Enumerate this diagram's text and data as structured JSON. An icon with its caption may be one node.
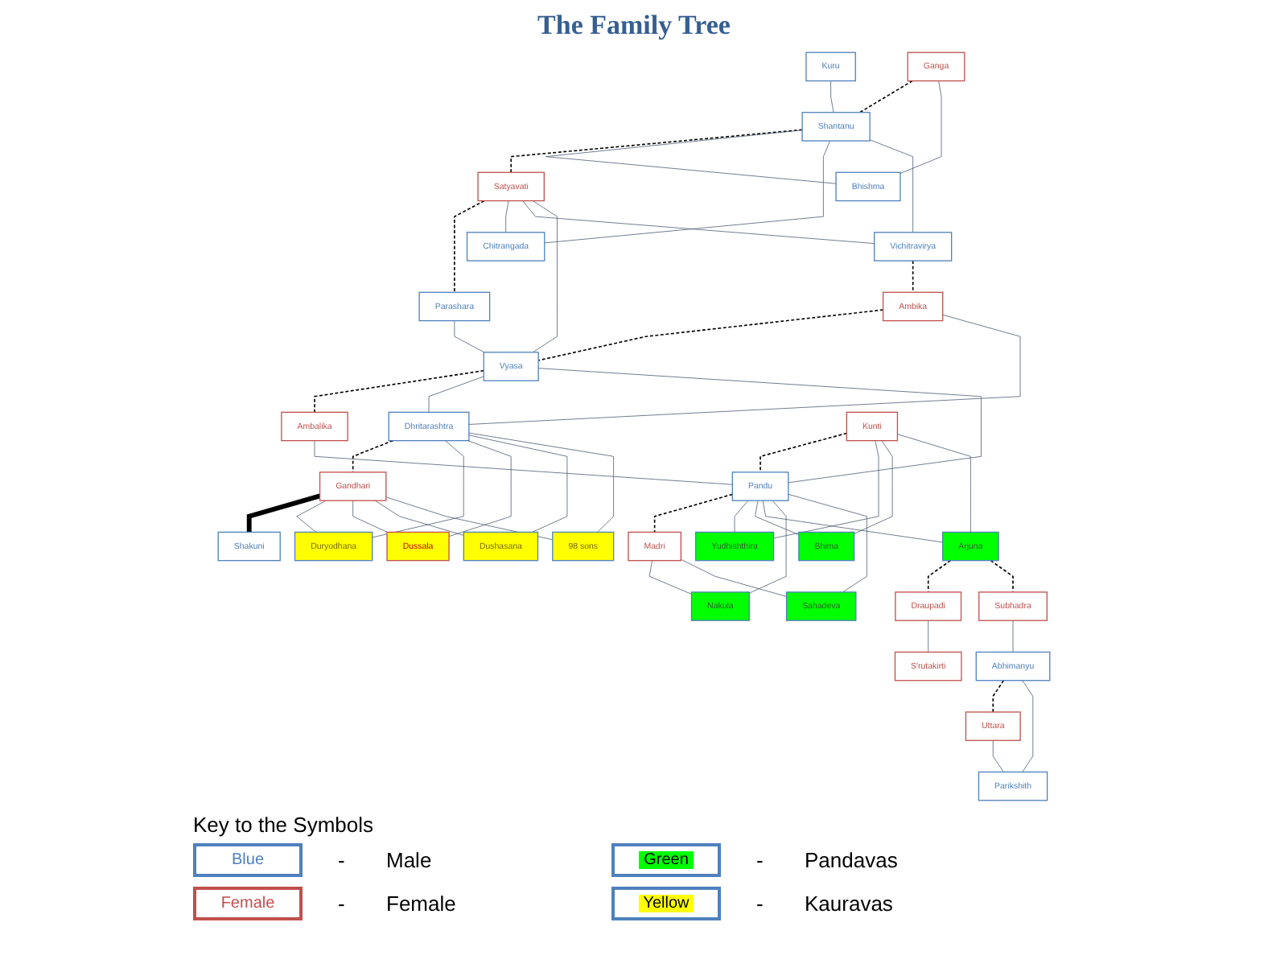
{
  "diagram": {
    "title": "The Family Tree",
    "nodes": [
      {
        "text": [
          "Kuru"
        ]
      },
      {
        "text": [
          "Ganga"
        ]
      },
      {
        "text": [
          "Shantanu"
        ]
      },
      {
        "text": [
          "Satyavati"
        ]
      },
      {
        "text": [
          "Parashara"
        ]
      },
      {
        "text": [
          "Bhishma"
        ]
      },
      {
        "text": [
          "Chitrangada"
        ]
      },
      {
        "text": [
          "Vichitravirya"
        ]
      },
      {
        "text": [
          "Ambika"
        ]
      },
      {
        "text": [
          "Vyasa"
        ]
      },
      {
        "text": [
          "Ambalika"
        ]
      },
      {
        "text": [
          "Dhritarashtra"
        ]
      },
      {
        "text": [
          "Gandhari"
        ]
      },
      {
        "text": [
          "Shakuni"
        ]
      },
      {
        "text": [
          "Kunti"
        ]
      },
      {
        "text": [
          "Pandu"
        ]
      },
      {
        "text": [
          "Madri"
        ]
      },
      {
        "text": [
          "Yudhishthira"
        ]
      },
      {
        "text": [
          "Bhima"
        ]
      },
      {
        "text": [
          "Arjuna"
        ]
      },
      {
        "text": [
          "Nakula"
        ]
      },
      {
        "text": [
          "Sahadeva"
        ]
      },
      {
        "text": [
          "Draupadi"
        ]
      },
      {
        "text": [
          "Subhadra"
        ]
      },
      {
        "text": [
          "Duryodhana"
        ]
      },
      {
        "text": [
          "Dussala"
        ]
      },
      {
        "text": [
          "Dushasana"
        ]
      },
      {
        "text": [
          "98 sons"
        ]
      },
      {
        "text": [
          "S'rutakirti"
        ]
      },
      {
        "text": [
          "Abhimanyu"
        ]
      },
      {
        "text": [
          "Uttara"
        ]
      },
      {
        "text": [
          "Parikshith"
        ]
      }
    ],
    "edges": [
      {
        "from": 0,
        "to": 2,
        "arrow": "none"
      },
      {
        "from": 1,
        "to": 2,
        "arrow": "none",
        "style": "dashed",
        "color": "#000000"
      },
      {
        "from": 2,
        "to": 3,
        "arrow": "none",
        "style": "dashed",
        "color": "#000000"
      },
      {
        "from": 3,
        "to": 4,
        "arrow": "none",
        "style": "dashed",
        "color": "#000000"
      },
      {
        "from": 1,
        "to": 5,
        "arrow": "none"
      },
      {
        "from": 2,
        "to": 5,
        "arrow": "none"
      },
      {
        "from": 2,
        "to": 6,
        "arrow": "none"
      },
      {
        "from": 3,
        "to": 6,
        "arrow": "none"
      },
      {
        "from": 2,
        "to": 7,
        "arrow": "none"
      },
      {
        "from": 3,
        "to": 7,
        "arrow": "none"
      },
      {
        "from": 3,
        "to": 9,
        "arrow": "none"
      },
      {
        "from": 4,
        "to": 9,
        "arrow": "none"
      },
      {
        "from": 7,
        "to": 8,
        "arrow": "none",
        "style": "dashed",
        "color": "#000000"
      },
      {
        "from": 8,
        "to": 9,
        "arrow": "none",
        "style": "dashed",
        "color": "#000000"
      },
      {
        "from": 9,
        "to": 10,
        "arrow": "none",
        "style": "dashed",
        "color": "#000000"
      },
      {
        "from": 8,
        "to": 11,
        "arrow": "none"
      },
      {
        "from": 9,
        "to": 11,
        "arrow": "none"
      },
      {
        "from": 9,
        "to": 15,
        "arrow": "none"
      },
      {
        "from": 10,
        "to": 15,
        "arrow": "none"
      },
      {
        "from": 11,
        "to": 12,
        "arrow": "none",
        "style": "dashed",
        "color": "#000000"
      },
      {
        "from": 12,
        "to": 13,
        "arrow": "none",
        "style": "thick",
        "color": "#000000"
      },
      {
        "from": 14,
        "to": 15,
        "arrow": "none",
        "style": "dashed",
        "color": "#000000"
      },
      {
        "from": 15,
        "to": 16,
        "arrow": "none",
        "style": "dashed",
        "color": "#000000"
      },
      {
        "from": 14,
        "to": 17,
        "arrow": "none"
      },
      {
        "from": 15,
        "to": 17,
        "arrow": "none"
      },
      {
        "from": 14,
        "to": 18,
        "arrow": "none"
      },
      {
        "from": 15,
        "to": 18,
        "arrow": "none"
      },
      {
        "from": 14,
        "to": 19,
        "arrow": "none"
      },
      {
        "from": 15,
        "to": 19,
        "arrow": "none"
      },
      {
        "from": 15,
        "to": 20,
        "arrow": "none"
      },
      {
        "from": 16,
        "to": 20,
        "arrow": "none"
      },
      {
        "from": 15,
        "to": 21,
        "arrow": "none"
      },
      {
        "from": 16,
        "to": 21,
        "arrow": "none"
      },
      {
        "from": 19,
        "to": 22,
        "arrow": "none",
        "style": "dashed",
        "color": "#000000"
      },
      {
        "from": 19,
        "to": 23,
        "arrow": "none",
        "style": "dashed",
        "color": "#000000"
      },
      {
        "from": 11,
        "to": 24,
        "arrow": "none"
      },
      {
        "from": 12,
        "to": 24,
        "arrow": "none"
      },
      {
        "from": 11,
        "to": 25,
        "arrow": "none"
      },
      {
        "from": 12,
        "to": 25,
        "arrow": "none"
      },
      {
        "from": 11,
        "to": 26,
        "arrow": "none"
      },
      {
        "from": 12,
        "to": 26,
        "arrow": "none"
      },
      {
        "from": 11,
        "to": 27,
        "arrow": "none"
      },
      {
        "from": 12,
        "to": 27,
        "arrow": "none"
      },
      {
        "from": 22,
        "to": 28,
        "arrow": "none"
      },
      {
        "from": 23,
        "to": 29,
        "arrow": "none"
      },
      {
        "from": 29,
        "to": 30,
        "arrow": "none",
        "style": "dashed",
        "color": "#000000"
      },
      {
        "from": 29,
        "to": 31,
        "arrow": "none"
      },
      {
        "from": 30,
        "to": 31,
        "arrow": "none"
      }
    ],
    "labels": [
      "Key to the Symbols",
      "Blue",
      "Female",
      "Green",
      "Yellow",
      "-",
      "-",
      "-",
      "-"
    ],
    "legend": [
      {
        "text": "Male",
        "color": "#4f81bd"
      },
      {
        "text": "Female",
        "color": "#c0504d"
      },
      {
        "text": "Pandavas",
        "color": "#00ff00"
      },
      {
        "text": "Kauravas",
        "color": "#ffff00"
      }
    ]
  }
}
